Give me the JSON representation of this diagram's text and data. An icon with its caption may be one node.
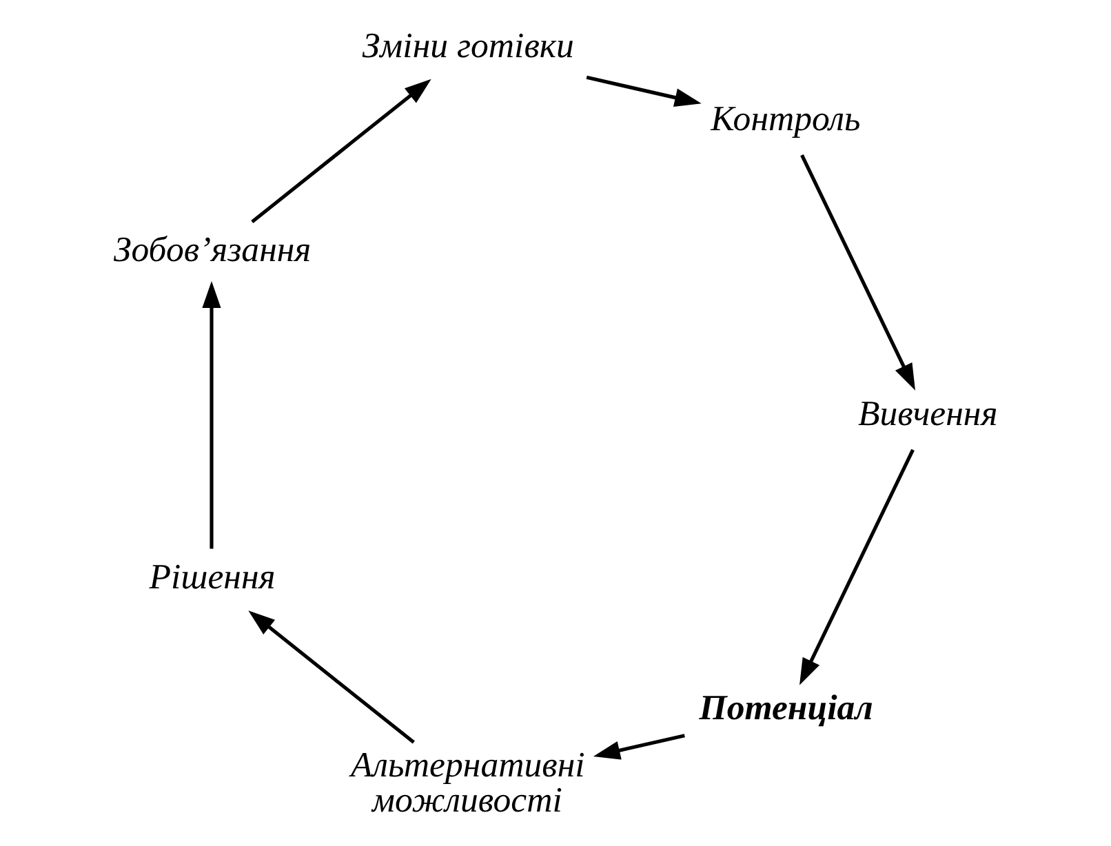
{
  "diagram": {
    "nodes": [
      {
        "text": [
          "Потенціал"
        ]
      },
      {
        "text": [
          "Альтернативні можливості"
        ]
      },
      {
        "text": [
          "Рішення"
        ]
      },
      {
        "text": [
          "Зобов’язання"
        ]
      },
      {
        "text": [
          "Зміни готівки"
        ]
      },
      {
        "text": [
          "Контроль"
        ]
      },
      {
        "text": [
          "Вивчення"
        ]
      }
    ],
    "edges": [
      {
        "from": 0,
        "to": 1,
        "arrow": "to"
      },
      {
        "from": 1,
        "to": 2,
        "arrow": "to"
      },
      {
        "from": 2,
        "to": 3,
        "arrow": "to"
      },
      {
        "from": 3,
        "to": 4,
        "arrow": "to"
      },
      {
        "from": 4,
        "to": 5,
        "arrow": "to"
      },
      {
        "from": 5,
        "to": 6,
        "arrow": "to"
      },
      {
        "from": 6,
        "to": 0,
        "arrow": "to"
      }
    ]
  }
}
